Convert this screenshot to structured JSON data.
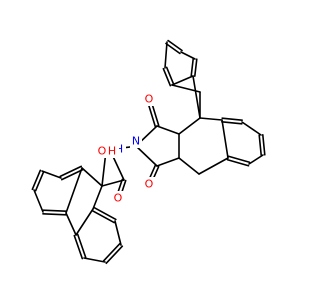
{
  "colors": {
    "bond": "#000000",
    "oxygen": "#ff0000",
    "nitrogen": "#0000ff",
    "background": "#ffffff"
  },
  "atoms": {
    "o_upper": "O",
    "o_lower": "O",
    "n_ring": "N",
    "n_amide": "N",
    "n_amide_h": "H",
    "o_hydroxyl": "O",
    "o_hydroxyl_h": "H",
    "o_carbonyl": "O"
  }
}
